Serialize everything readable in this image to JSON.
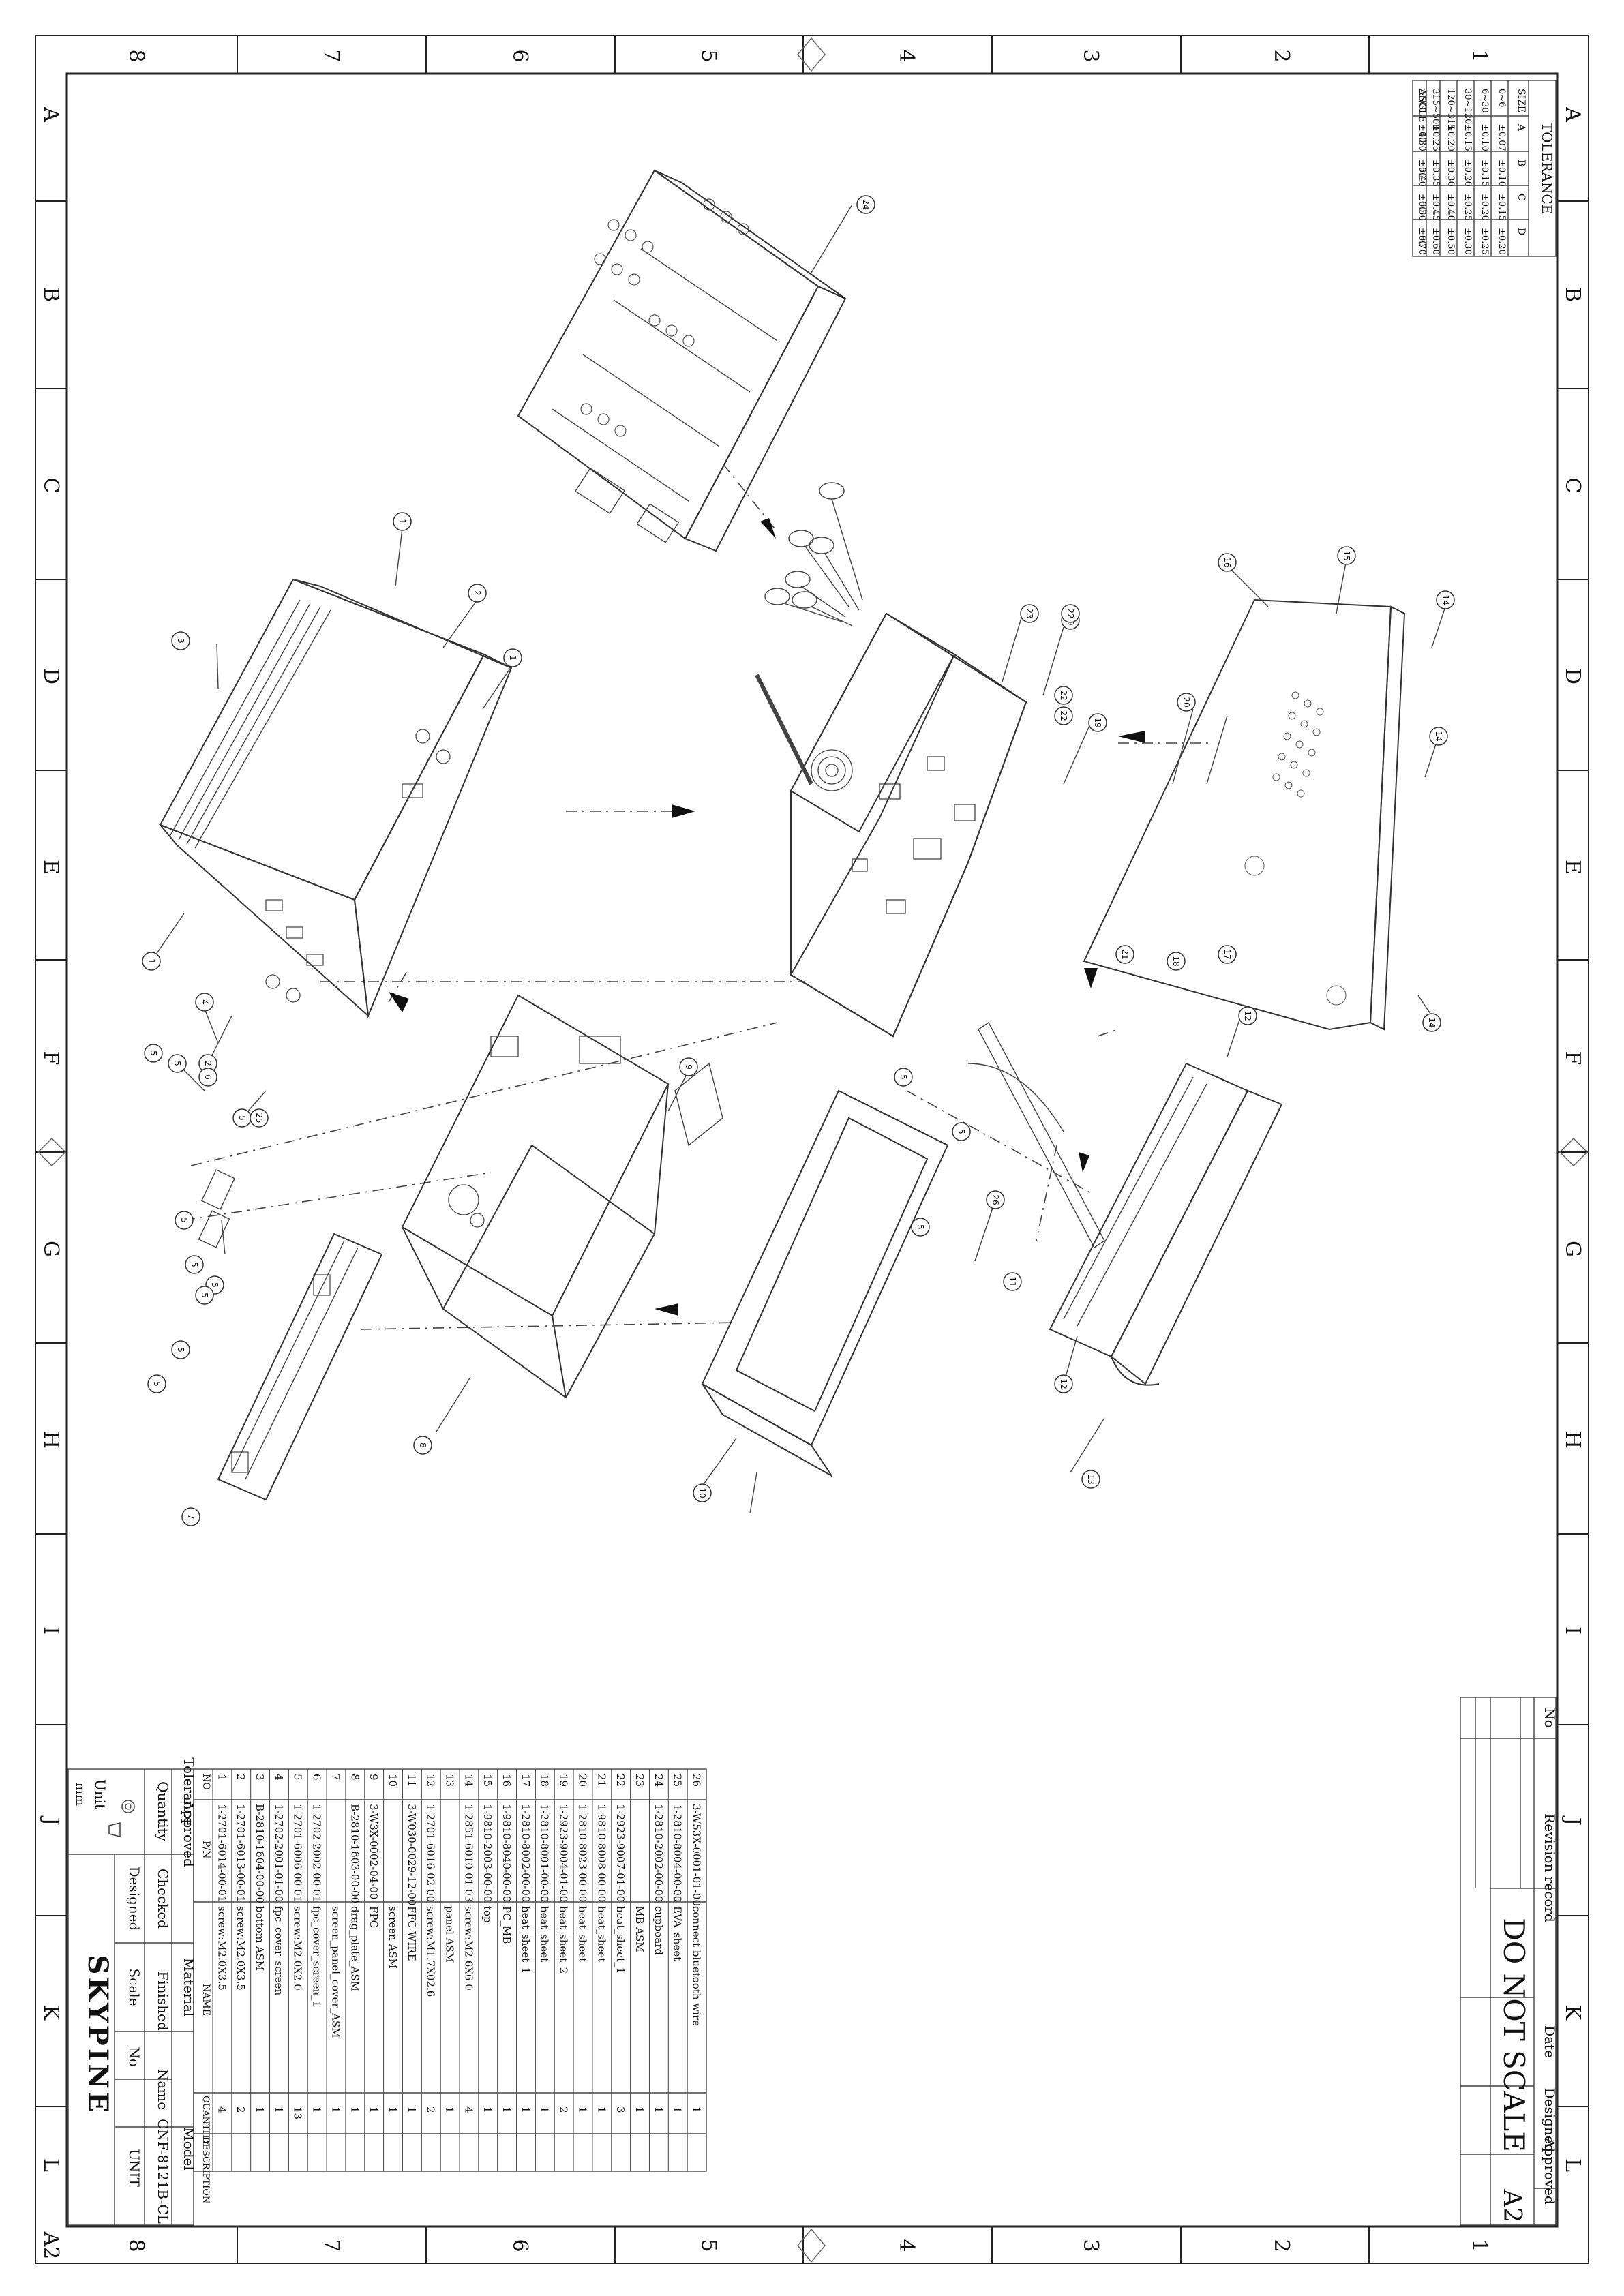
{
  "frame": {
    "col_labels_top": [
      "8",
      "7",
      "6",
      "5",
      "4",
      "3",
      "2",
      "1"
    ],
    "col_labels_bottom": [
      "8",
      "7",
      "6",
      "5",
      "4",
      "3",
      "2",
      "1"
    ],
    "row_labels_left": [
      "A",
      "B",
      "C",
      "D",
      "E",
      "F",
      "G",
      "H",
      "I",
      "J",
      "K",
      "L"
    ],
    "row_labels_right": [
      "A",
      "B",
      "C",
      "D",
      "E",
      "F",
      "G",
      "H",
      "I",
      "J",
      "K",
      "L"
    ],
    "sheet_size_corner": "A2"
  },
  "tolerance": {
    "title": "TOLERANCE",
    "headers": [
      "SIZE",
      "A",
      "B",
      "C",
      "D"
    ],
    "rows": [
      [
        "0~6",
        "±0.07",
        "±0.10",
        "±0.15",
        "±0.20"
      ],
      [
        "6~30",
        "±0.10",
        "±0.15",
        "±0.20",
        "±0.25"
      ],
      [
        "30~120",
        "±0.15",
        "±0.20",
        "±0.25",
        "±0.30"
      ],
      [
        "120~315",
        "±0.20",
        "±0.30",
        "±0.40",
        "±0.50"
      ],
      [
        "315~500",
        "±0.25",
        "±0.35",
        "±0.45",
        "±0.60"
      ],
      [
        "≥500",
        "±0.30",
        "±0.40",
        "±0.50",
        "±0.70"
      ],
      [
        "ANGLE",
        "±40'",
        "±50'",
        "±60'",
        "±80'"
      ]
    ]
  },
  "revision": {
    "header_no": "No",
    "header_record": "Revision  record",
    "header_date": "Date",
    "header_designed": "Designed",
    "header_approved": "Approved",
    "do_not_scale": "DO  NOT  SCALE",
    "sheet": "A2"
  },
  "bom": {
    "headers": {
      "no": "NO",
      "pn": "P/N",
      "name": "NAME",
      "qty": "QUANTITY",
      "desc": "DESCRIPTION"
    },
    "rows": [
      {
        "no": "26",
        "pn": "3-W53X-0001-01-00",
        "name": "connect bluetooth wire",
        "qty": "1"
      },
      {
        "no": "25",
        "pn": "1-2810-8004-00-00",
        "name": "EVA_sheet",
        "qty": "1"
      },
      {
        "no": "24",
        "pn": "1-2810-2002-00-00",
        "name": "cupboard",
        "qty": "1"
      },
      {
        "no": "23",
        "pn": "",
        "name": "MB ASM",
        "qty": "1"
      },
      {
        "no": "22",
        "pn": "1-2923-9007-01-00",
        "name": "heat_sheet_1",
        "qty": "3"
      },
      {
        "no": "21",
        "pn": "1-9810-8008-00-00",
        "name": "heat_sheet",
        "qty": "1"
      },
      {
        "no": "20",
        "pn": "1-2810-8023-00-00",
        "name": "heat_sheet",
        "qty": "1"
      },
      {
        "no": "19",
        "pn": "1-2923-9004-01-00",
        "name": "heat_sheet_2",
        "qty": "2"
      },
      {
        "no": "18",
        "pn": "1-2810-8001-00-00",
        "name": "heat_sheet",
        "qty": "1"
      },
      {
        "no": "17",
        "pn": "1-2810-8002-00-00",
        "name": "heat_sheet_1",
        "qty": "1"
      },
      {
        "no": "16",
        "pn": "1-9810-8040-00-00",
        "name": "PC_MB",
        "qty": "1"
      },
      {
        "no": "15",
        "pn": "1-9810-2003-00-00",
        "name": "top",
        "qty": "1"
      },
      {
        "no": "14",
        "pn": "1-2851-6010-01-03",
        "name": "screw:M2.6X6.0",
        "qty": "4"
      },
      {
        "no": "13",
        "pn": "",
        "name": "panel ASM",
        "qty": "1"
      },
      {
        "no": "12",
        "pn": "1-2701-6016-02-00",
        "name": "screw:M1.7X02.6",
        "qty": "2"
      },
      {
        "no": "11",
        "pn": "3-W030-0029-12-00",
        "name": "FFC WIRE",
        "qty": "1"
      },
      {
        "no": "10",
        "pn": "",
        "name": "screen ASM",
        "qty": "1"
      },
      {
        "no": "9",
        "pn": "3-W3X-0002-04-00",
        "name": "FPC",
        "qty": "1"
      },
      {
        "no": "8",
        "pn": "B-2810-1603-00-00",
        "name": "drag_plate_ASM",
        "qty": "1"
      },
      {
        "no": "7",
        "pn": "",
        "name": "screen_panel_cover_ASM",
        "qty": "1"
      },
      {
        "no": "6",
        "pn": "1-2702-2002-00-01",
        "name": "fpc_cover_screen_1",
        "qty": "1"
      },
      {
        "no": "5",
        "pn": "1-2701-6006-00-01",
        "name": "screw:M2.0X2.0",
        "qty": "13"
      },
      {
        "no": "4",
        "pn": "1-2702-2001-01-00",
        "name": "fpc_cover_screen",
        "qty": "1"
      },
      {
        "no": "3",
        "pn": "B-2810-1604-00-00",
        "name": "bottom ASM",
        "qty": "1"
      },
      {
        "no": "2",
        "pn": "1-2701-6013-00-01",
        "name": "screw:M2.0X3.5",
        "qty": "2"
      },
      {
        "no": "1",
        "pn": "1-2701-6014-00-01",
        "name": "screw:M2.0X3.5",
        "qty": "4"
      }
    ]
  },
  "title_block": {
    "tolerance_label": "Tolerance",
    "approved_label": "Approved",
    "material_label": "Material",
    "model_label": "Model",
    "quantity_label": "Quantity",
    "checked_label": "Checked",
    "finished_label": "Finished",
    "name_label": "Name",
    "name_value": "CNF-8121B-CL",
    "designed_label": "Designed",
    "scale_label": "Scale",
    "no_label": "No",
    "unit_value": "UNIT",
    "unit_label": "Unit",
    "unit_mm": "mm",
    "company": "SKYPINE"
  },
  "callouts": [
    "1",
    "2",
    "3",
    "1",
    "1",
    "2",
    "4",
    "5",
    "5",
    "6",
    "5",
    "5",
    "5",
    "5",
    "5",
    "5",
    "5",
    "7",
    "8",
    "9",
    "10",
    "5",
    "5",
    "5",
    "25",
    "11",
    "12",
    "12",
    "13",
    "14",
    "14",
    "14",
    "15",
    "16",
    "17",
    "18",
    "19",
    "19",
    "20",
    "21",
    "22",
    "22",
    "22",
    "23",
    "24",
    "26"
  ]
}
